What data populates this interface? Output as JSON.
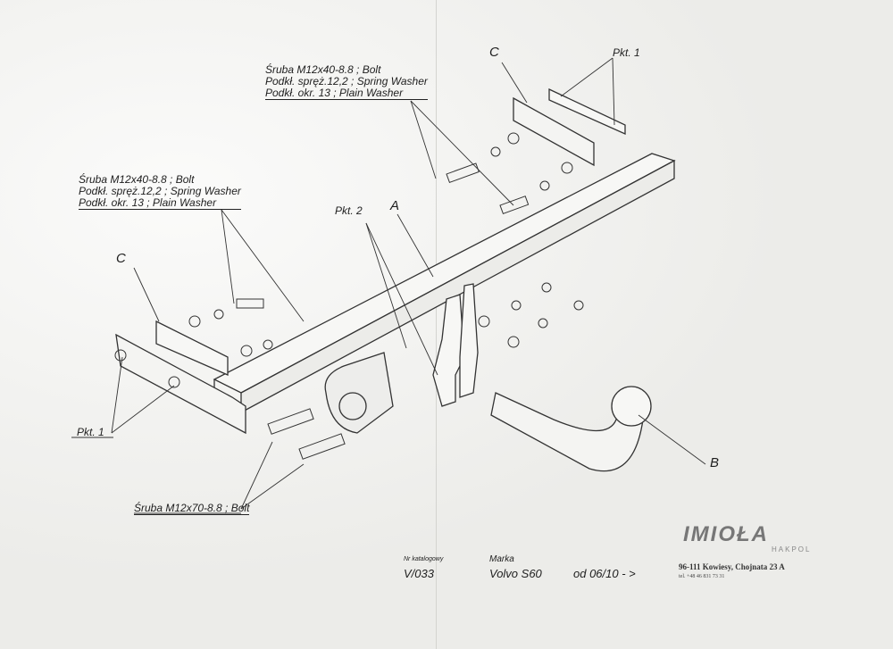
{
  "callouts": {
    "top": [
      "Śruba M12x40-8.8 ;  Bolt",
      "Podkł. spręż.12,2 ; Spring Washer",
      "Podkł. okr. 13 ; Plain Washer"
    ],
    "left": [
      "Śruba M12x40-8.8 ;  Bolt",
      "Podkł. spręż.12,2 ; Spring Washer",
      "Podkł. okr. 13 ; Plain Washer"
    ],
    "bottom": "Śruba M12x70-8.8 ;  Bolt"
  },
  "labels": {
    "pkt1_top": "Pkt. 1",
    "pkt1_left": "Pkt. 1",
    "pkt2": "Pkt. 2",
    "a": "A",
    "b": "B",
    "c_top": "C",
    "c_left": "C"
  },
  "footer": {
    "catalog_label": "Nr katalogowy",
    "catalog_value": "V/033",
    "brand_label": "Marka",
    "brand_value": "Volvo S60",
    "date": "od  06/10 - >",
    "logo": "IMIOŁA",
    "logo_sub": "HAKPOL",
    "address": "96-111 Kowiesy, Chojnata 23 A",
    "tel": "tel. +48 46 831 73 31"
  }
}
